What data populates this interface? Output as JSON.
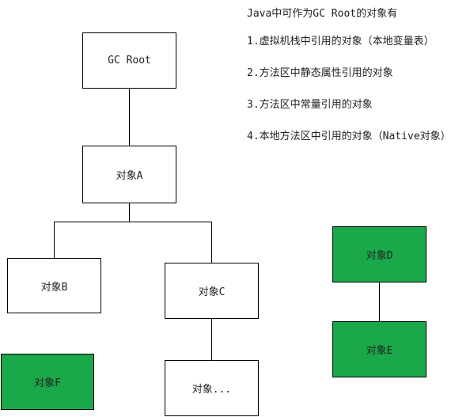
{
  "nodes": {
    "gc_root": "GC Root",
    "object_a": "对象A",
    "object_b": "对象B",
    "object_c": "对象C",
    "object_more": "对象...",
    "object_d": "对象D",
    "object_e": "对象E",
    "object_f": "对象F"
  },
  "colors": {
    "unreachable_fill": "#1aa84a"
  },
  "legend": {
    "title": "Java中可作为GC Root的对象有",
    "items": [
      "1.虚拟机栈中引用的对象（本地变量表）",
      "2.方法区中静态属性引用的对象",
      "3.方法区中常量引用的对象",
      "4.本地方法区中引用的对象（Native对象）"
    ]
  }
}
